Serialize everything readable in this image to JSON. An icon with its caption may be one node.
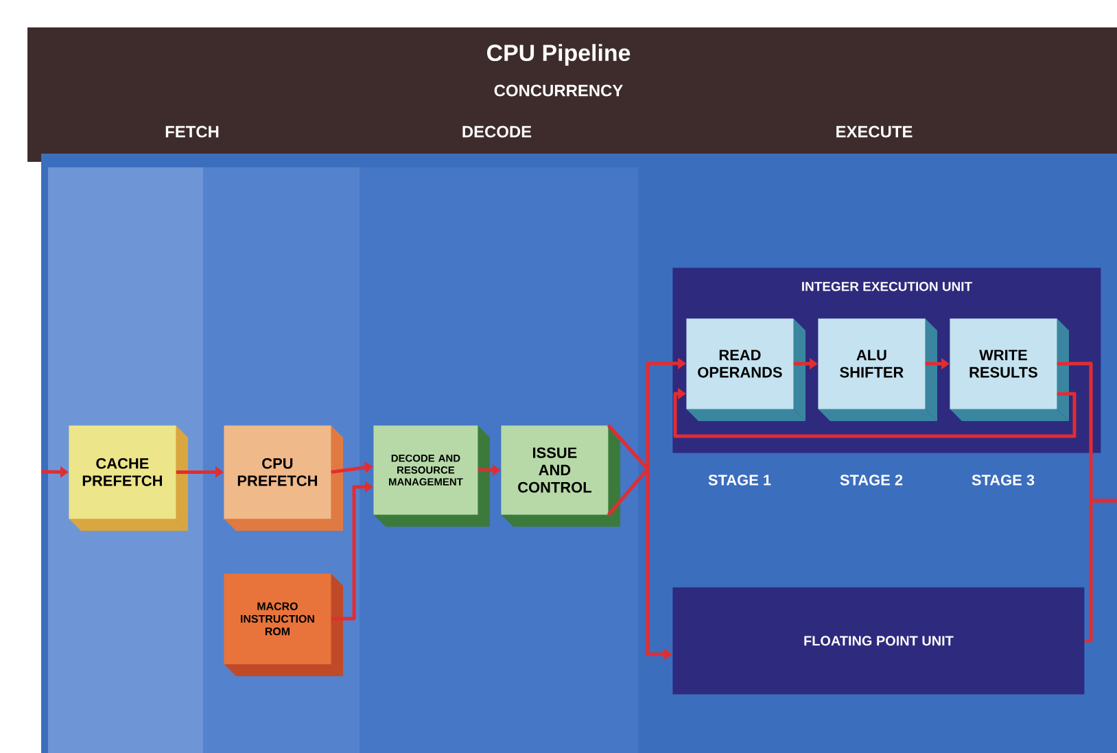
{
  "diagram": {
    "title": "CPU Pipeline",
    "nodes": [
      {
        "text": [
          "CACHE PREFETCH"
        ]
      },
      {
        "text": [
          "CPU PREFETCH"
        ]
      },
      {
        "text": [
          "MACRO INSTRUCTION ROM"
        ]
      },
      {
        "text": [
          "DECODE AND RESOURCE MANAGEMENT"
        ]
      },
      {
        "text": [
          "ISSUE AND CONTROL"
        ]
      },
      {
        "text": [
          "INTEGER EXECUTION UNIT"
        ]
      },
      {
        "text": [
          "READ OPERANDS"
        ],
        "in": 5,
        "beside": [
          "STAGE 1"
        ]
      },
      {
        "text": [
          "ALU SHIFTER"
        ],
        "in": 5,
        "beside": [
          "STAGE 2"
        ]
      },
      {
        "text": [
          "WRITE RESULTS"
        ],
        "in": 5,
        "beside": [
          "STAGE 3"
        ]
      },
      {
        "text": [
          "FLOATING POINT UNIT"
        ]
      }
    ],
    "edges": [
      {
        "from": null,
        "to": 0,
        "arrow": "to"
      },
      {
        "from": 0,
        "to": 1,
        "arrow": "to"
      },
      {
        "from": 1,
        "to": 3,
        "arrow": "to"
      },
      {
        "from": 2,
        "to": 3,
        "arrow": "to"
      },
      {
        "from": 3,
        "to": 4,
        "arrow": "to"
      },
      {
        "from": 4,
        "to": 6,
        "arrow": "to"
      },
      {
        "from": 4,
        "to": 9,
        "arrow": "to"
      },
      {
        "from": 6,
        "to": 7,
        "arrow": "to"
      },
      {
        "from": 7,
        "to": 8,
        "arrow": "to"
      },
      {
        "from": 8,
        "to": 6,
        "arrow": "to"
      },
      {
        "from": 8,
        "to": null,
        "arrow": "none"
      },
      {
        "from": 9,
        "to": null,
        "arrow": "none"
      }
    ],
    "labels": [
      "CONCURRENCY",
      "FETCH",
      "DECODE",
      "EXECUTE"
    ]
  }
}
